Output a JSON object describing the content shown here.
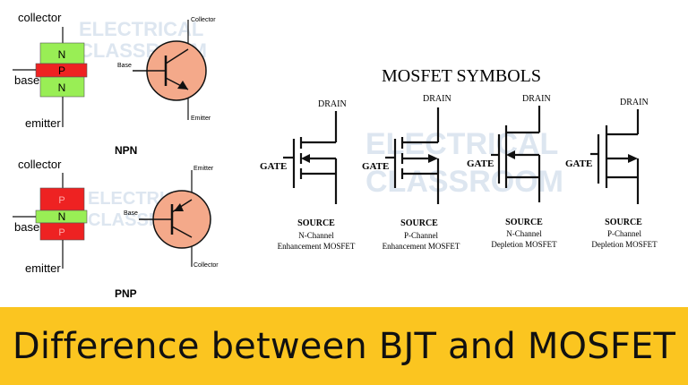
{
  "watermark": {
    "line1": "ELECTRICAL",
    "line2": "CLASSROOM"
  },
  "npn": {
    "collector_label": "collector",
    "base_label": "base",
    "emitter_label": "emitter",
    "layers": [
      "N",
      "P",
      "N"
    ],
    "symbol_collector": "Collector",
    "symbol_base": "Base",
    "symbol_emitter": "Emitter",
    "caption": "NPN"
  },
  "pnp": {
    "collector_label": "collector",
    "base_label": "base",
    "emitter_label": "emitter",
    "layers": [
      "P",
      "N",
      "P"
    ],
    "symbol_emitter": "Emitter",
    "symbol_base": "Base",
    "symbol_collector": "Collector",
    "caption": "PNP"
  },
  "mosfet": {
    "heading": "MOSFET SYMBOLS",
    "symbols": [
      {
        "drain": "DRAIN",
        "gate": "GATE",
        "source": "SOURCE",
        "line1": "N-Channel",
        "line2": "Enhancement MOSFET"
      },
      {
        "drain": "DRAIN",
        "gate": "GATE",
        "source": "SOURCE",
        "line1": "P-Channel",
        "line2": "Enhancement MOSFET"
      },
      {
        "drain": "DRAIN",
        "gate": "GATE",
        "source": "SOURCE",
        "line1": "N-Channel",
        "line2": "Depletion MOSFET"
      },
      {
        "drain": "DRAIN",
        "gate": "GATE",
        "source": "SOURCE",
        "line1": "P-Channel",
        "line2": "Depletion MOSFET"
      }
    ]
  },
  "banner": {
    "title": "Difference between BJT and MOSFET"
  },
  "colors": {
    "n_layer": "#99ee55",
    "p_layer": "#ee2222",
    "symbol_fill": "#f4a98a",
    "banner": "#fbc520"
  }
}
